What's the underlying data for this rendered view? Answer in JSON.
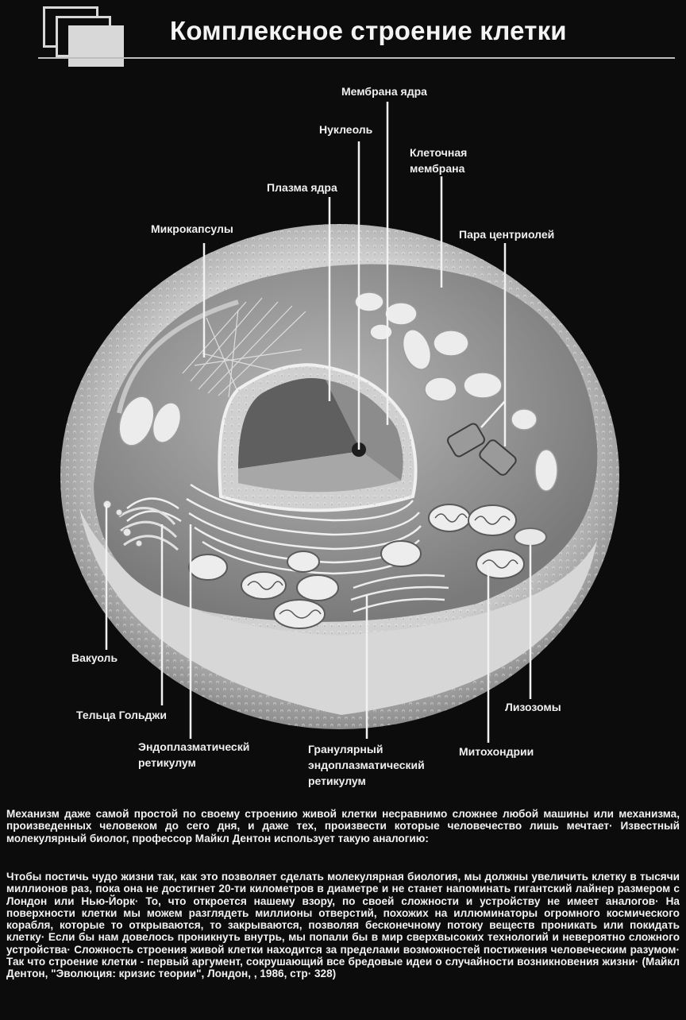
{
  "title": "Комплексное строение клетки",
  "labels": {
    "nuclear_membrane": "Мембрана ядра",
    "nucleolus": "Нуклеоль",
    "cell_membrane_1": "Клеточная",
    "cell_membrane_2": "мембрана",
    "nucleoplasm": "Плазма ядра",
    "microcapsules": "Микрокапсулы",
    "centrioles": "Пара центриолей",
    "vacuole": "Вакуоль",
    "golgi": "Тельца Гольджи",
    "er_1": "Эндоплазматическй",
    "er_2": "ретикулум",
    "rough_er_1": "Гранулярный",
    "rough_er_2": "эндоплазматический",
    "rough_er_3": "ретикулум",
    "mitochondria": "Митохондрии",
    "lysosomes": "Лизозомы"
  },
  "paragraph1": "Механизм даже самой простой по своему строению живой клетки несравнимо сложнее любой машины или механизма, произведенных человеком до сего дня, и даже тех, произвести которые человечество лишь мечтает· Известный молекулярный биолог, профессор Майкл Дентон использует такую аналогию:",
  "paragraph2": "Чтобы постичь чудо жизни так, как это позволяет сделать молекулярная биология, мы должны увеличить клетку в тысячи миллионов раз, пока она не достигнет 20-ти километров в диаметре и не станет напоминать гигантский лайнер размером с Лондон или Нью-Йорк· То, что откроется нашему взору, по своей сложности и устройству не имеет аналогов· На поверхности клетки мы можем разглядеть миллионы отверстий, похожих на иллюминаторы огромного космического корабля, которые то открываются, то закрываются, позволяя бесконечному потоку веществ проникать или покидать клетку· Если бы нам довелось проникнуть внутрь, мы попали бы в мир сверхвысоких технологий и невероятно сложного устройства· Сложность строения живой клетки находится за пределами возможностей постижения человеческим разумом· Так что строение клетки - первый аргумент, сокрушающий все бредовые идеи о случайности возникновения жизни· (Майкл Дентон, \"Эволюция: кризис теории\", Лондон, , 1986, стр· 328)"
}
